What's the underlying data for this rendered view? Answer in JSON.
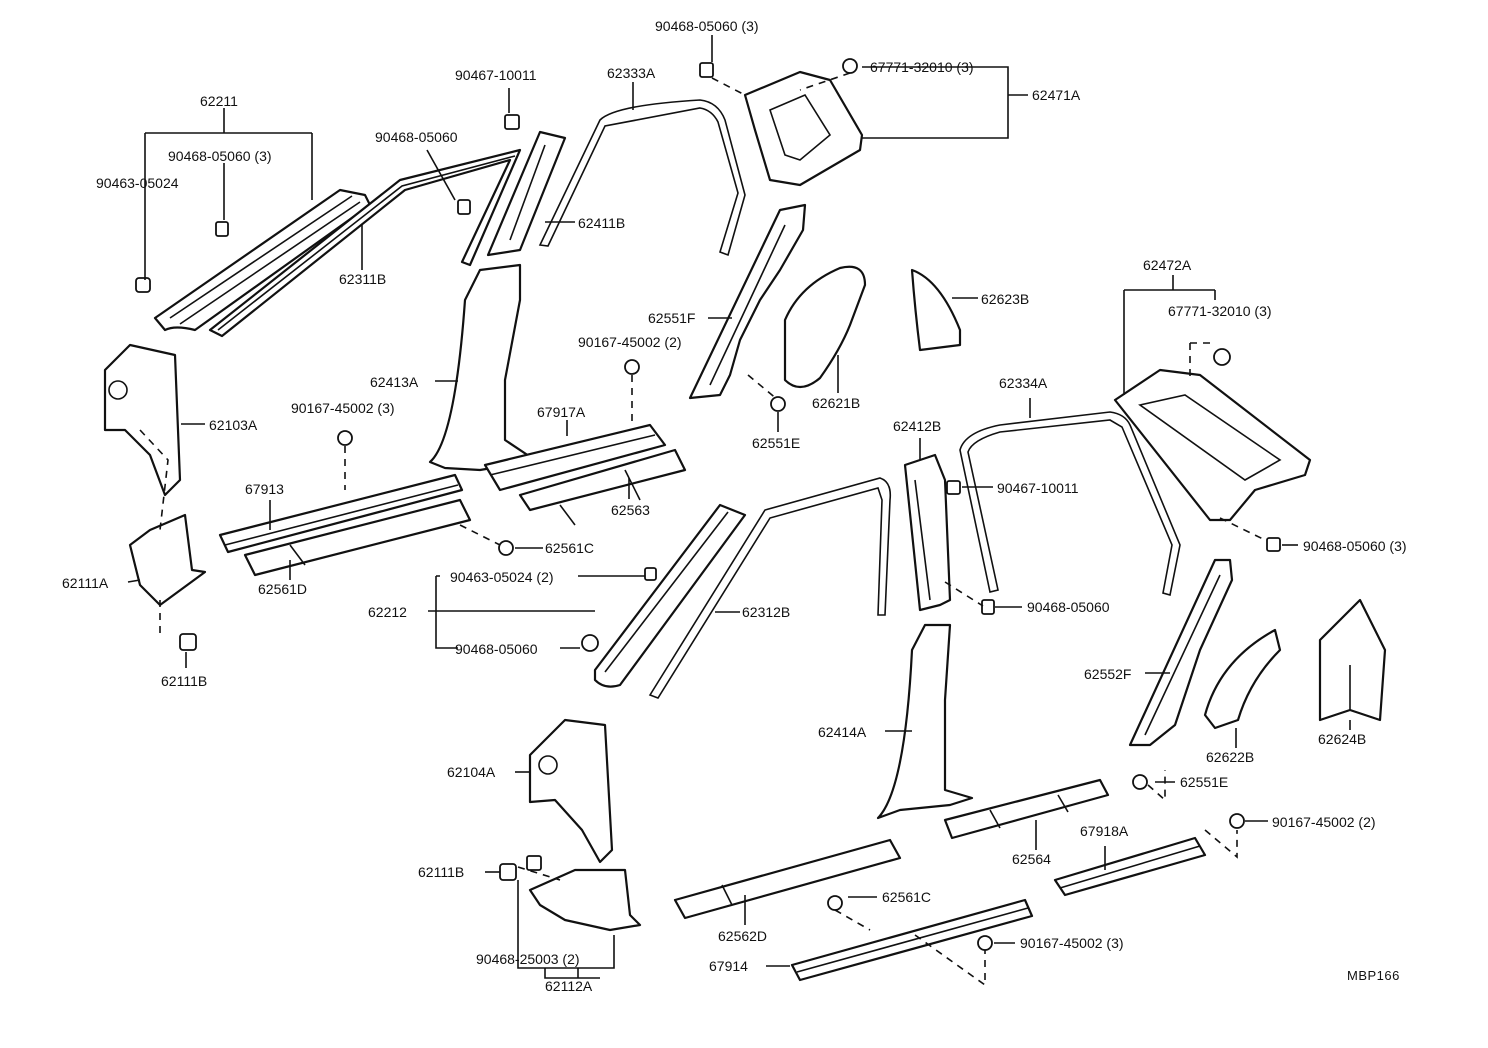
{
  "diagram_code": "MBP166",
  "labels": {
    "p62211": "62211",
    "p90468_05060_3_a": "90468-05060 (3)",
    "p90463_05024": "90463-05024",
    "p62311B": "62311B",
    "p90467_10011_a": "90467-10011",
    "p90468_05060_a": "90468-05060",
    "p62333A": "62333A",
    "p62411B": "62411B",
    "p90468_05060_3_top": "90468-05060 (3)",
    "p67771_32010_3_a": "67771-32010 (3)",
    "p62471A": "62471A",
    "p62551F": "62551F",
    "p62621B": "62621B",
    "p62623B": "62623B",
    "p62551E_a": "62551E",
    "p62103A": "62103A",
    "p62413A": "62413A",
    "p90167_45002_3_a": "90167-45002 (3)",
    "p90167_45002_2_a": "90167-45002 (2)",
    "p67917A": "67917A",
    "p62563": "62563",
    "p67913": "67913",
    "p62561C_a": "62561C",
    "p62561D": "62561D",
    "p62111A": "62111A",
    "p62111B_a": "62111B",
    "p90463_05024_2": "90463-05024 (2)",
    "p62212": "62212",
    "p90468_05060_b": "90468-05060",
    "p62312B": "62312B",
    "p62412B": "62412B",
    "p62334A": "62334A",
    "p90467_10011_b": "90467-10011",
    "p90468_05060_c": "90468-05060",
    "p62472A": "62472A",
    "p67771_32010_3_b": "67771-32010 (3)",
    "p90468_05060_3_b": "90468-05060 (3)",
    "p62552F": "62552F",
    "p62622B": "62622B",
    "p62624B": "62624B",
    "p62551E_b": "62551E",
    "p62414A": "62414A",
    "p62104A": "62104A",
    "p62111B_b": "62111B",
    "p90468_25003_2": "90468-25003 (2)",
    "p62112A": "62112A",
    "p62562D": "62562D",
    "p62561C_b": "62561C",
    "p62564": "62564",
    "p67918A": "67918A",
    "p90167_45002_2_b": "90167-45002 (2)",
    "p67914": "67914",
    "p90167_45002_3_b": "90167-45002 (3)"
  }
}
